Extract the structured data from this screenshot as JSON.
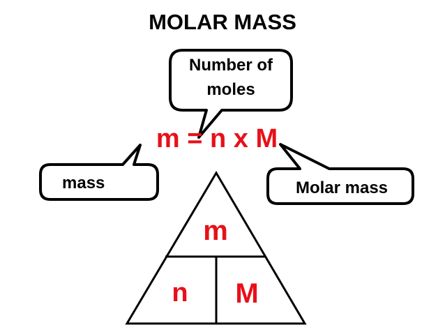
{
  "title": "MOLAR MASS",
  "formula": "m = n x M",
  "callouts": {
    "moles_line1": "Number of",
    "moles_line2": "moles",
    "mass": "mass",
    "molar_mass": "Molar mass"
  },
  "triangle": {
    "top": "m",
    "bottom_left": "n",
    "bottom_right": "M"
  },
  "colors": {
    "accent": "#e8101a",
    "ink": "#000000",
    "background": "#ffffff"
  }
}
